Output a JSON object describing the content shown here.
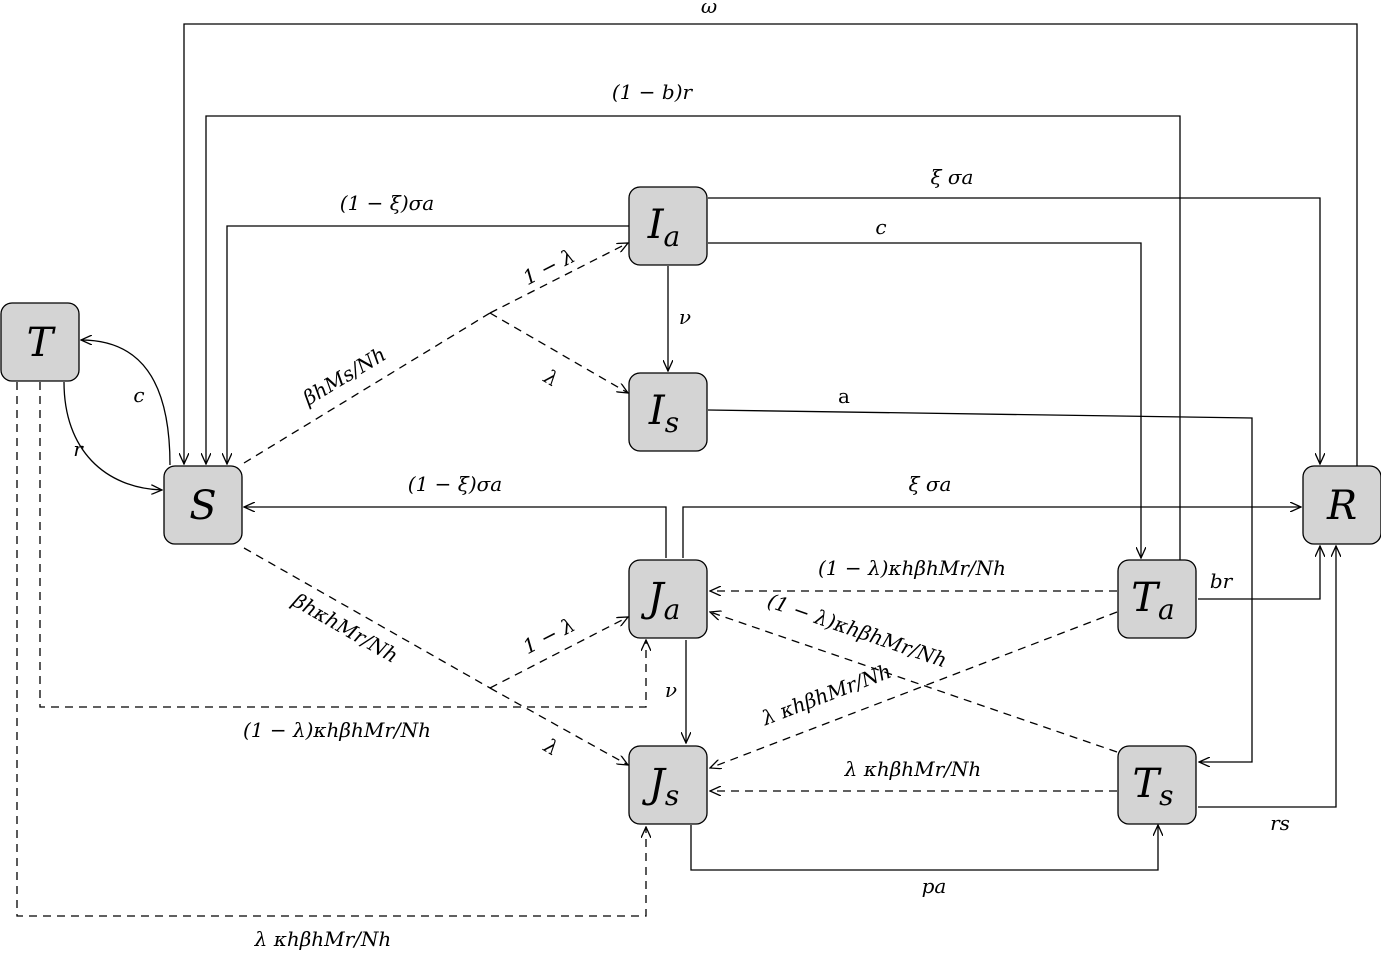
{
  "nodes": {
    "T": {
      "main": "T",
      "sub": ""
    },
    "S": {
      "main": "S",
      "sub": ""
    },
    "Ia": {
      "main": "I",
      "sub": "a"
    },
    "Is": {
      "main": "I",
      "sub": "s"
    },
    "Ja": {
      "main": "J",
      "sub": "a"
    },
    "Js": {
      "main": "J",
      "sub": "s"
    },
    "Ta": {
      "main": "T",
      "sub": "a"
    },
    "Ts": {
      "main": "T",
      "sub": "s"
    },
    "R": {
      "main": "R",
      "sub": ""
    }
  },
  "labels": {
    "omega": "ω",
    "one_minus_b_r": "(1 − b)r",
    "xi_sigma_a_top": "ξ σa",
    "one_minus_xi_sigma_a_top": "(1 − ξ)σa",
    "c_ia_ta": "c",
    "one_minus_lambda_top": "1 − λ",
    "nu_top": "ν",
    "lambda_top": "λ",
    "beta_ms": "βhMs/Nh",
    "a_is_ts": "a",
    "c_t_s": "c",
    "r_t_s": "r",
    "one_minus_xi_sigma_a_mid": "(1 − ξ)σa",
    "xi_sigma_a_mid": "ξ σa",
    "kappa_top_dash": "(1 − λ)κhβhMr/Nh",
    "br": "br",
    "beta_kappa": "βhκhMr/Nh",
    "kappa_cross1": "(1 − λ)κhβhMr/Nh",
    "kappa_cross2": "λ κhβhMr/Nh",
    "one_minus_lambda_bot": "1 − λ",
    "nu_bot": "ν",
    "kappa_left_mid": "(1 − λ)κhβhMr/Nh",
    "lambda_bot": "λ",
    "kappa_ts_js": "λ κhβhMr/Nh",
    "r_s": "rs",
    "pa": "pa",
    "kappa_bottom": "λ κhβhMr/Nh"
  }
}
